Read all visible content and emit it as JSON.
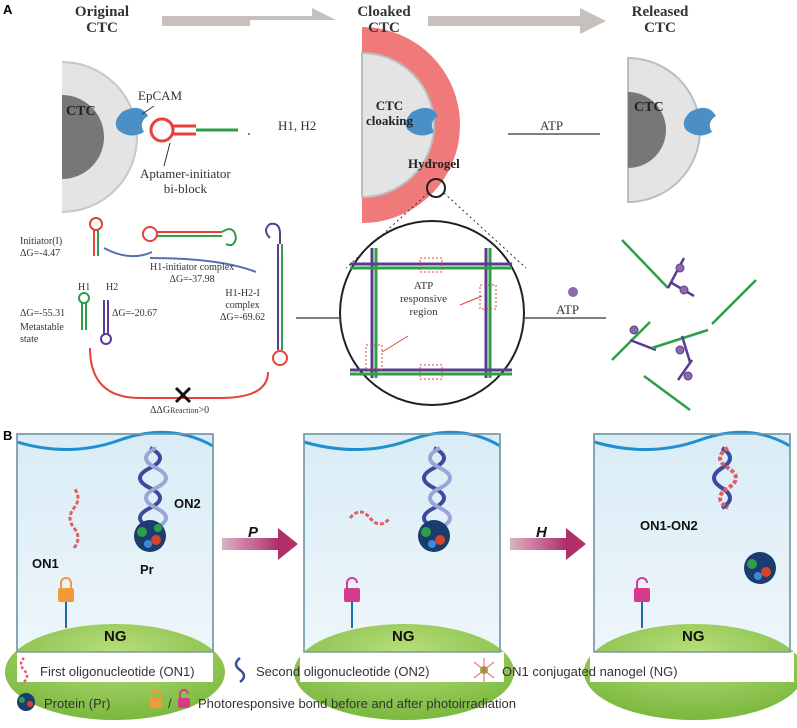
{
  "panel_a": {
    "letter": "A",
    "stages": {
      "original": "Original\nCTC",
      "cloaked": "Cloaked\nCTC",
      "released": "Released\nCTC"
    },
    "ctc": "CTC",
    "ctc_cloaking": "CTC\ncloaking",
    "epcam": "EpCAM",
    "aptamer": "Aptamer-initiator\nbi-block",
    "h1h2": "H1, H2",
    "atp": "ATP",
    "hydrogel": "Hydrogel",
    "initiator": "Initiator(I)\nΔG=-4.47",
    "h1_initiator": "H1-initiator complex\nΔG=-37.98",
    "h1": "H1",
    "h2": "H2",
    "dg_h1": "ΔG=-55.31",
    "dg_h2": "ΔG=-20.67",
    "metastable": "Metastable\nstate",
    "h1h2i": "H1-H2-I\ncomplex\nΔG=-69.62",
    "ddg": "ΔΔG",
    "ddg_sub": "Reaction",
    "ddg_tail": ">0",
    "atp_region": "ATP\nresponsive\nregion",
    "atp2": "ATP"
  },
  "panel_b": {
    "letter": "B",
    "on2": "ON2",
    "on1": "ON1",
    "pr": "Pr",
    "ng": "NG",
    "p": "P",
    "h": "H",
    "on1on2": "ON1-ON2",
    "legend": {
      "first": "First oligonucleotide (ON1)",
      "second": "Second oligonucleotide (ON2)",
      "nanogel": "ON1 conjugated nanogel (NG)",
      "protein": "Protein (Pr)",
      "photobond": "Photoresponsive bond before and after photoirradiation"
    }
  },
  "colors": {
    "green": "#2e9e48",
    "red": "#e8403a",
    "purple": "#5a3d8f",
    "cell_blue": "#4a8fc6",
    "hydrogel_pink": "#f07a7a",
    "gray_arrow": "#c8c0bc"
  }
}
